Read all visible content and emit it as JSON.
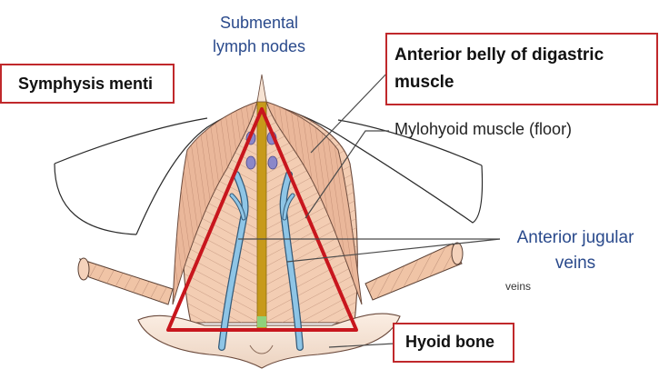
{
  "labels": {
    "submental_line1": "Submental",
    "submental_line2": "lymph nodes",
    "symphysis": "Symphysis menti",
    "anterior_belly_line1": "Anterior belly of digastric",
    "anterior_belly_line2": "muscle",
    "mylohyoid": "Mylohyoid muscle (floor)",
    "jugular_line1": "Anterior jugular",
    "jugular_line2": "veins",
    "veins_small": "veins",
    "hyoid": "Hyoid bone"
  },
  "colors": {
    "triangle_outline": "#c8161d",
    "label_box_border": "#c0282b",
    "blue_label": "#2a4a8c",
    "muscle": "#f0c4a6",
    "muscle_stripe": "#b98a72",
    "vein": "#8ec5e6",
    "midline_raphe": "#c79a1a",
    "hyoid_bone": "#f6e3d3",
    "lymph_node": "#8b87c9"
  }
}
